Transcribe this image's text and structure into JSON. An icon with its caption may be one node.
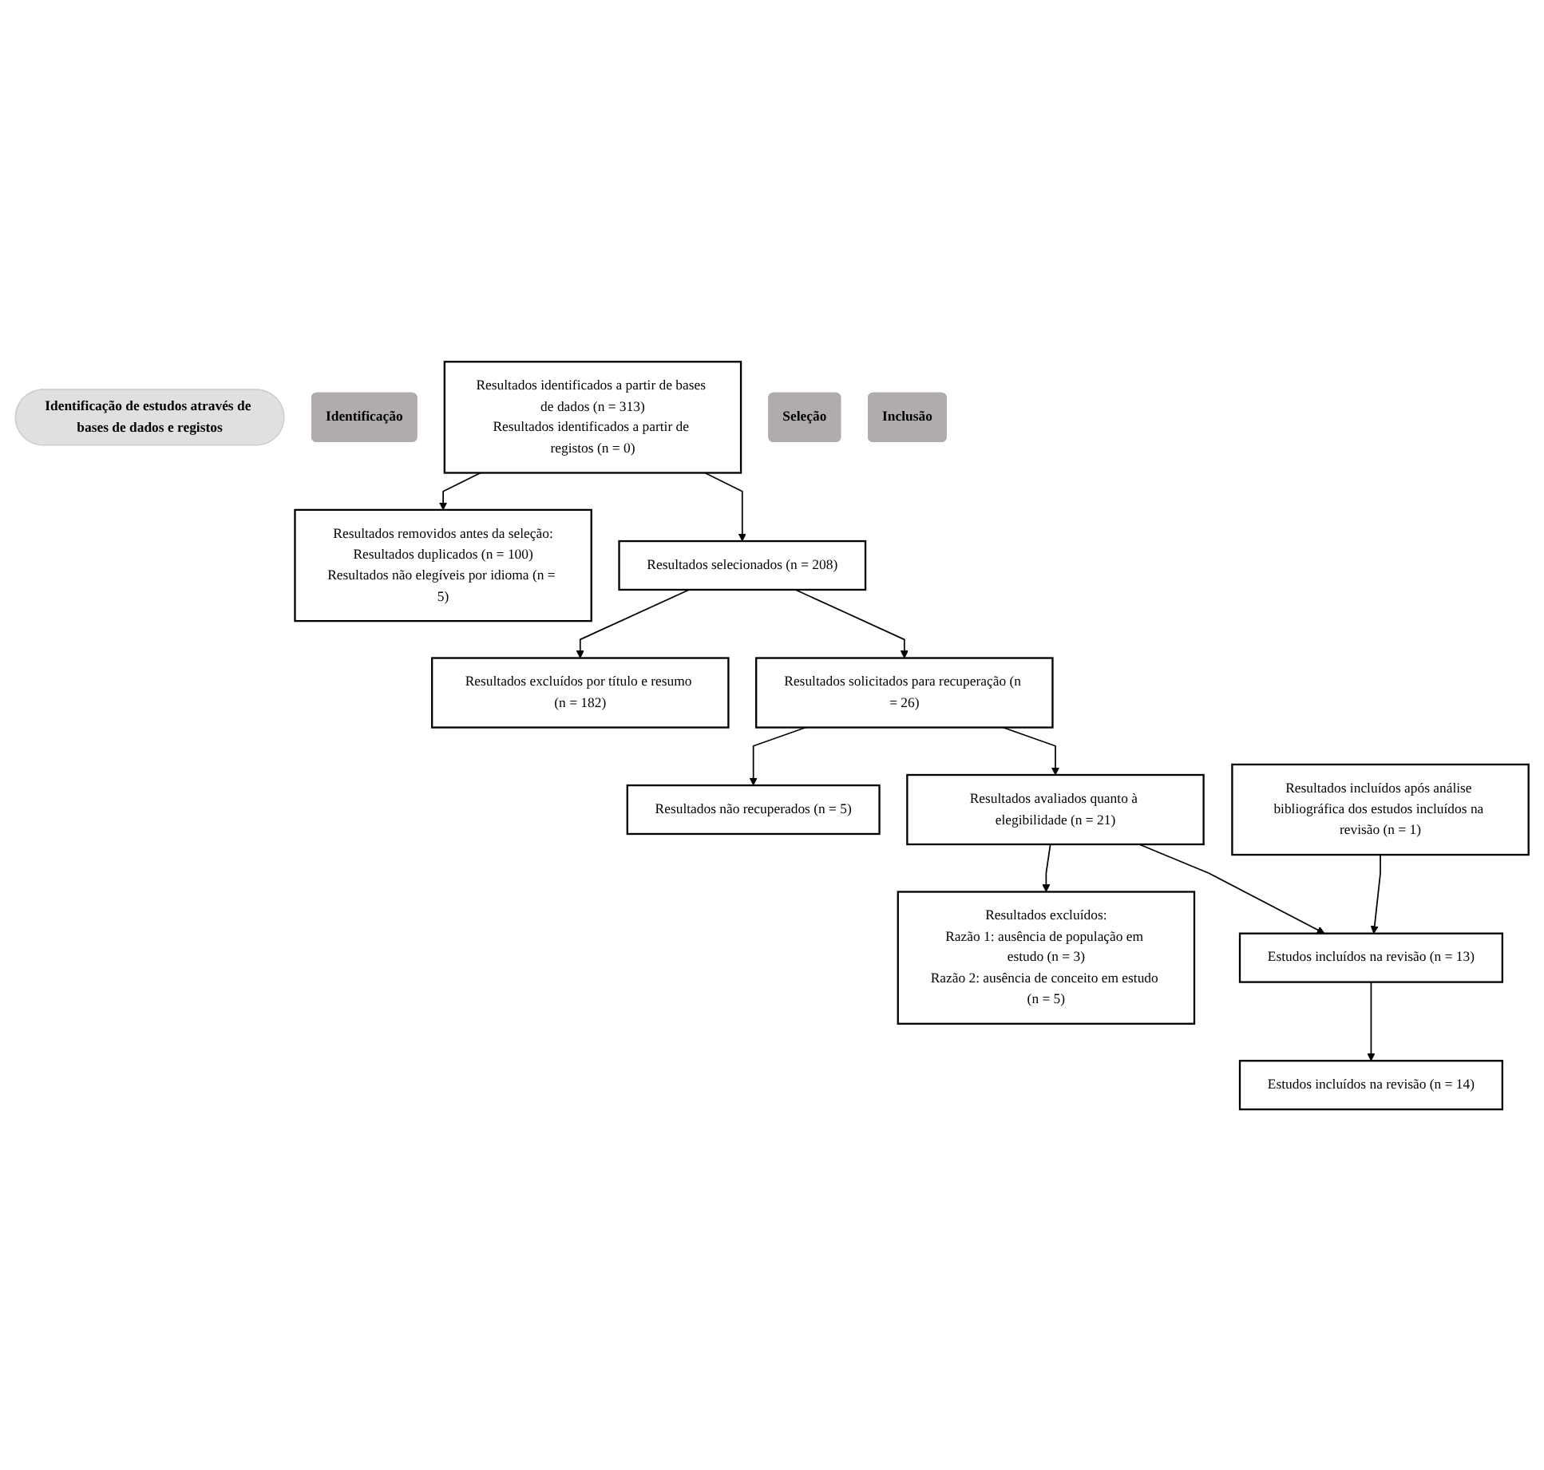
{
  "diagram": {
    "nodes": [
      {
        "text": [
          "Identificação de estudos através de bases de dados e registos"
        ]
      },
      {
        "text": [
          "Identificação"
        ]
      },
      {
        "text": [
          "Resultados identificados a partir de bases de dados (n = 313)",
          "Resultados identificados a partir de registos (n = 0)"
        ]
      },
      {
        "text": [
          "Resultados removidos antes da seleção:",
          "Resultados duplicados (n = 100)",
          "Resultados não elegíveis por idioma (n = 5)"
        ]
      },
      {
        "text": [
          "Seleção"
        ]
      },
      {
        "text": [
          "Resultados selecionados (n = 208)"
        ]
      },
      {
        "text": [
          "Resultados excluídos por título e resumo (n = 182)"
        ]
      },
      {
        "text": [
          "Resultados solicitados para recuperação (n = 26)"
        ]
      },
      {
        "text": [
          "Resultados não recuperados (n = 5)"
        ]
      },
      {
        "text": [
          "Resultados avaliados quanto à elegibilidade (n = 21)"
        ]
      },
      {
        "text": [
          "Resultados excluídos:",
          "Razão 1: ausência de população em estudo (n = 3)",
          "Razão 2: ausência de conceito em estudo (n = 5)"
        ]
      },
      {
        "text": [
          "Inclusão"
        ]
      },
      {
        "text": [
          "Estudos incluídos na revisão (n = 13)"
        ]
      },
      {
        "text": [
          "Resultados incluídos após análise bibliográfica dos estudos incluídos na revisão (n = 1)"
        ]
      },
      {
        "text": [
          "Estudos incluídos na revisão (n = 14)"
        ]
      }
    ],
    "edges": [
      {
        "from": 2,
        "to": 3,
        "arrow": "to"
      },
      {
        "from": 2,
        "to": 5,
        "arrow": "to"
      },
      {
        "from": 5,
        "to": 6,
        "arrow": "to"
      },
      {
        "from": 5,
        "to": 7,
        "arrow": "to"
      },
      {
        "from": 7,
        "to": 8,
        "arrow": "to"
      },
      {
        "from": 7,
        "to": 9,
        "arrow": "to"
      },
      {
        "from": 9,
        "to": 10,
        "arrow": "to"
      },
      {
        "from": 9,
        "to": 12,
        "arrow": "to"
      },
      {
        "from": 13,
        "to": 12,
        "arrow": "to"
      },
      {
        "from": 12,
        "to": 14,
        "arrow": "to"
      }
    ]
  }
}
